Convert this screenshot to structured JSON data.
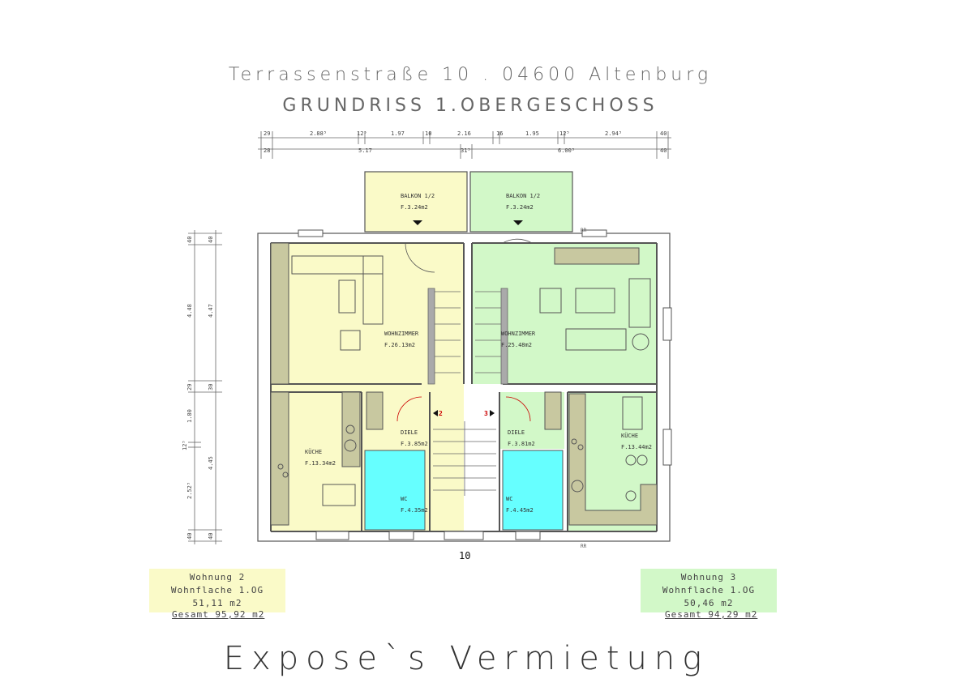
{
  "header": {
    "address": "Terrassenstraße 10 . 04600 Altenburg",
    "plan_title": "GRUNDRISS 1.OBERGESCHOSS"
  },
  "dimensions": {
    "top_row1": [
      "29",
      "2.88⁵",
      "12⁵",
      "1.97",
      "10",
      "2.16",
      "16",
      "1.95",
      "12⁵",
      "2.94⁵",
      "40"
    ],
    "top_row2": [
      "28",
      "5.17",
      "31⁵",
      "6.00⁵",
      "40"
    ],
    "left_outer": [
      "40",
      "4.48",
      "29",
      "1.80",
      "12⁵",
      "2.52⁵",
      "40"
    ],
    "left_inner": [
      "40",
      "4.47",
      "30",
      "4.45",
      "40"
    ]
  },
  "rooms": {
    "balkon_left": {
      "name": "BALKON 1/2",
      "area": "F.3.24m2"
    },
    "balkon_right": {
      "name": "BALKON 1/2",
      "area": "F.3.24m2"
    },
    "wohnzimmer_left": {
      "name": "WOHNZIMMER",
      "area": "F.26.13m2"
    },
    "wohnzimmer_right": {
      "name": "WOHNZIMMER",
      "area": "F.25.48m2"
    },
    "kueche_left": {
      "name": "KÜCHE",
      "area": "F.13.34m2"
    },
    "kueche_right": {
      "name": "KÜCHE",
      "area": "F.13.44m2"
    },
    "diele_left": {
      "name": "DIELE",
      "area": "F.3.85m2"
    },
    "diele_right": {
      "name": "DIELE",
      "area": "F.3.81m2"
    },
    "wc_left": {
      "name": "WC",
      "area": "F.4.35m2"
    },
    "wc_right": {
      "name": "WC",
      "area": "F.4.45m2"
    }
  },
  "markers": {
    "door_left": "2",
    "door_right": "3",
    "house_number": "10",
    "rr_top": "RR",
    "rr_bottom": "RR"
  },
  "units": {
    "left": {
      "name": "Wohnung 2",
      "area": "Wohnflache 1.OG  51,11 m2",
      "total": "Gesamt 95,92 m2"
    },
    "right": {
      "name": "Wohnung 3",
      "area": "Wohnflache 1.OG  50,46 m2",
      "total": "Gesamt 94,29 m2"
    }
  },
  "footer": {
    "title": "Expose`s Vermietung"
  },
  "colors": {
    "unit_left": "#fafac8",
    "unit_right": "#d2f8c8",
    "wc": "#66ffff",
    "wall": "#555555",
    "furniture_fill": "#c8c8a0",
    "marker": "#cc0000"
  }
}
